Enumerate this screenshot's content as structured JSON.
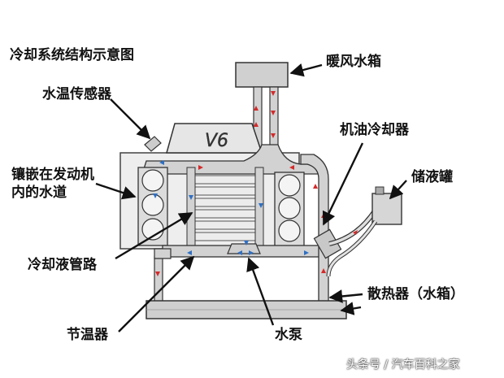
{
  "title": "冷却系统结构示意图",
  "labels": {
    "heater_core": "暖风水箱",
    "temp_sensor": "水温传感器",
    "water_jacket_line1": "镶嵌在发动机",
    "water_jacket_line2": "内的水道",
    "oil_cooler": "机油冷却器",
    "reservoir": "储液罐",
    "coolant_pipe": "冷却液管路",
    "radiator": "散热器（水箱）",
    "thermostat": "节温器",
    "water_pump": "水泵",
    "engine_badge": "V6"
  },
  "watermark": "头条号 / 汽车百科之家",
  "colors": {
    "arrow_red": "#d42a2a",
    "arrow_blue": "#2f6fc2",
    "label_text": "#111111",
    "pipe_fill": "#d2d2d2",
    "outline": "#333333"
  }
}
